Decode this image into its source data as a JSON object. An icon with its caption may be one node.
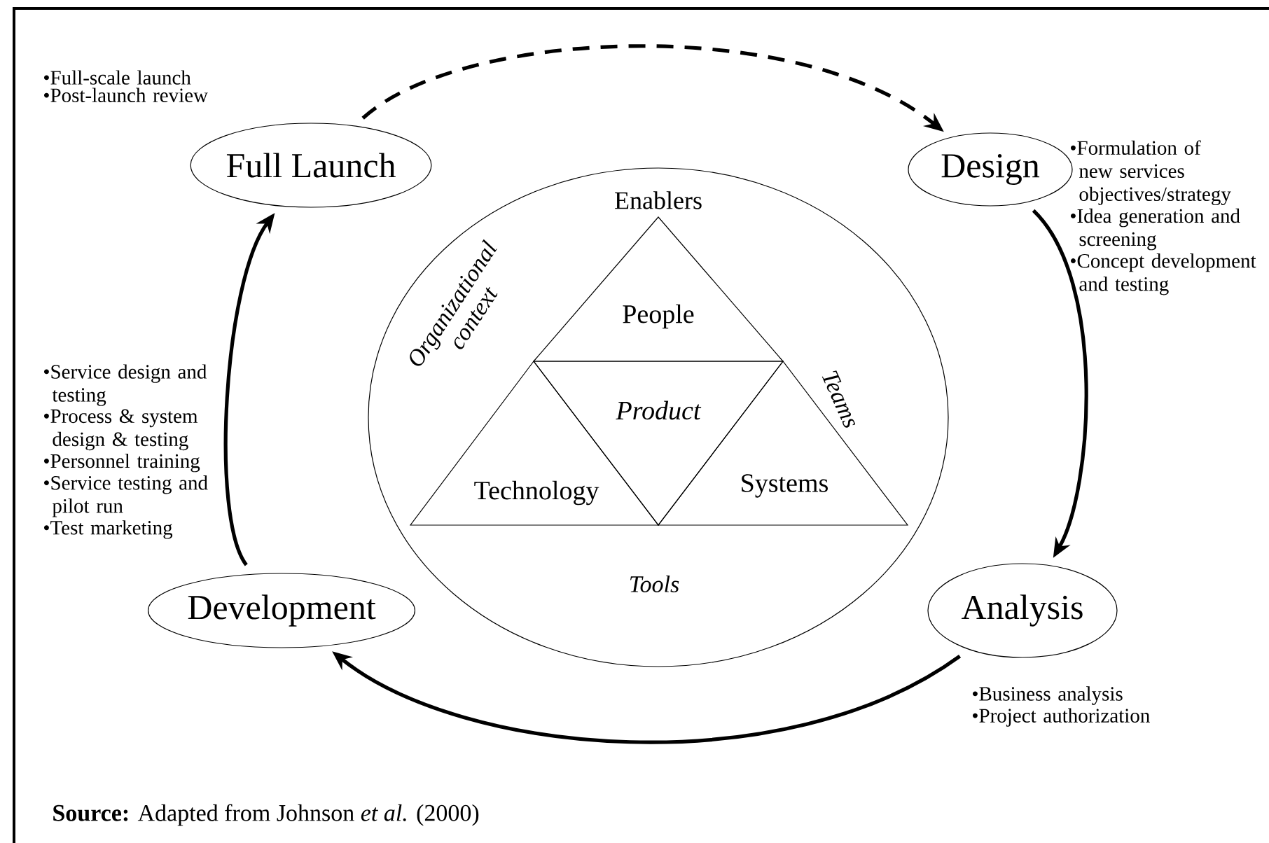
{
  "diagram": {
    "caption": "**Source:** Adapted from Johnson *et al.* (2000)",
    "nodes": [
      {
        "text": [
          "Full Launch"
        ],
        "beside": [
          "•Full-scale launch",
          "•Post-launch review"
        ]
      },
      {
        "text": [
          "Design"
        ],
        "beside": [
          "•Formulation of new services objectives/strategy",
          "•Idea generation and screening",
          "•Concept development and testing"
        ]
      },
      {
        "text": [
          "Analysis"
        ],
        "beside": [
          "•Business analysis",
          "•Project authorization"
        ]
      },
      {
        "text": [
          "Development"
        ],
        "beside": [
          "•Service design and testing",
          "•Process & system design & testing",
          "•Personnel training",
          "•Service testing and pilot run",
          "•Test marketing"
        ]
      },
      {
        "text": [
          "Enablers",
          "Organizational context",
          "Teams",
          "Tools"
        ]
      },
      {
        "text": [
          "People"
        ],
        "in": 4
      },
      {
        "text": [
          "Product"
        ],
        "in": 4
      },
      {
        "text": [
          "Technology"
        ],
        "in": 4
      },
      {
        "text": [
          "Systems"
        ],
        "in": 4
      }
    ],
    "edges": [
      {
        "from": 0,
        "to": 1,
        "arrow": "to",
        "style": "dashed"
      },
      {
        "from": 1,
        "to": 2,
        "arrow": "to"
      },
      {
        "from": 2,
        "to": 3,
        "arrow": "to"
      },
      {
        "from": 3,
        "to": 0,
        "arrow": "to"
      }
    ]
  }
}
